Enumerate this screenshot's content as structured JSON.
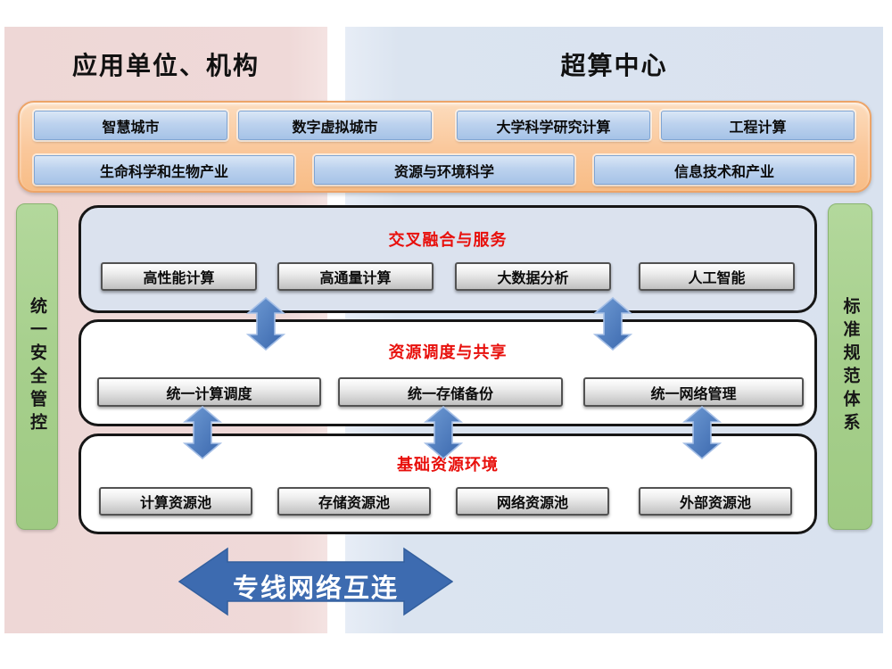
{
  "headers": {
    "left": "应用单位、机构",
    "right": "超算中心"
  },
  "app_band": {
    "row1": [
      "智慧城市",
      "数字虚拟城市",
      "大学科学研究计算",
      "工程计算"
    ],
    "row2": [
      "生命科学和生物产业",
      "资源与环境科学",
      "信息技术和产业"
    ]
  },
  "side_bars": {
    "left": "统一安全管控",
    "right": "标准规范体系"
  },
  "layers": [
    {
      "title": "交叉融合与服务",
      "items": [
        "高性能计算",
        "高通量计算",
        "大数据分析",
        "人工智能"
      ]
    },
    {
      "title": "资源调度与共享",
      "items": [
        "统一计算调度",
        "统一存储备份",
        "统一网络管理"
      ]
    },
    {
      "title": "基础资源环境",
      "items": [
        "计算资源池",
        "存储资源池",
        "网络资源池",
        "外部资源池"
      ]
    }
  ],
  "bottom_arrow": {
    "label": "专线网络互连"
  },
  "colors": {
    "left_background": "#eed7d6",
    "right_background": "#dbe4f0",
    "band_orange": "#f8bd86",
    "app_box_blue": "#bcd2ee",
    "sidebar_green": "#a6cf8c",
    "panel1_fill": "#dbe2ee",
    "layer_title_red": "#e8100c",
    "item_gray": "#d9d9d9",
    "flow_arrow_blue": "#4a7cbf",
    "network_arrow_blue": "#3d6bb0"
  }
}
